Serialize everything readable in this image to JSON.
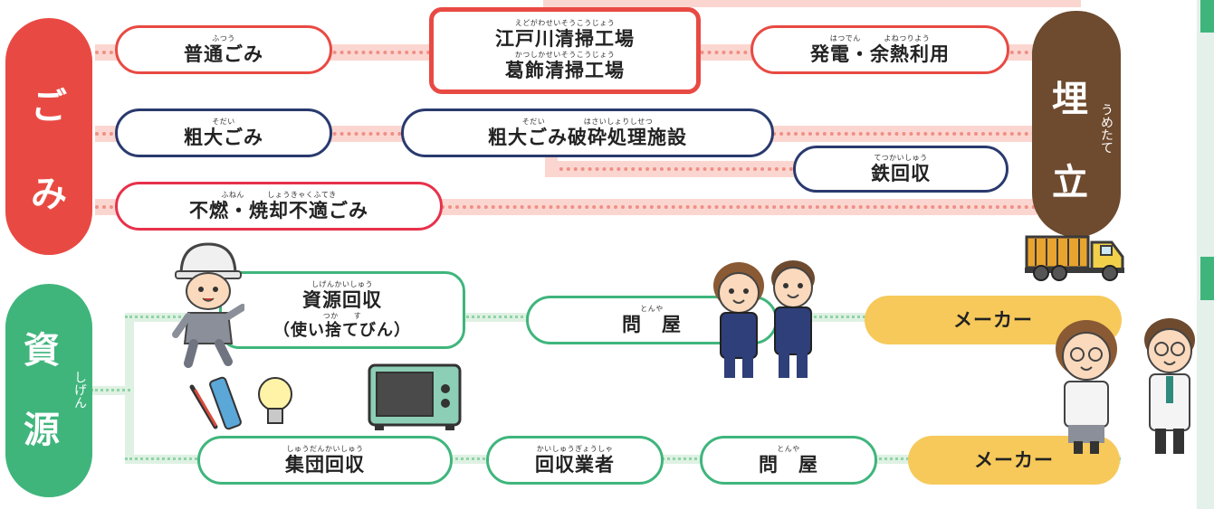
{
  "colors": {
    "gomi": "#e84a43",
    "shigen": "#3fb57c",
    "navy": "#2a3a6e",
    "umetate": "#6e4a2e",
    "maker": "#f6c95a"
  },
  "gomi_label": {
    "char1": "ご",
    "char2": "み"
  },
  "shigen_label": {
    "char1": "資",
    "char2": "源",
    "ruby": "しげん"
  },
  "umetate_label": {
    "char1": "埋",
    "char2": "立",
    "ruby": "うめたて"
  },
  "nodes": {
    "futsu": {
      "ruby": "ふつう",
      "text": "普通ごみ"
    },
    "sodai": {
      "ruby": "そだい",
      "text": "粗大ごみ"
    },
    "funen": {
      "ruby": "ふねん　　　しょうきゃくふてき",
      "text": "不燃・焼却不適ごみ"
    },
    "plant": {
      "ruby1": "えどがわせいそうこうじょう",
      "text1": "江戸川清掃工場",
      "ruby2": "かつしかせいそうこうじょう",
      "text2": "葛飾清掃工場"
    },
    "hatsuden": {
      "ruby": "はつでん　　　よねつりよう",
      "text": "発電・余熱利用"
    },
    "hasai": {
      "ruby": "そだい　　　　　はさいしょりしせつ",
      "text": "粗大ごみ破砕処理施設"
    },
    "tekkaishu": {
      "ruby": "てつかいしゅう",
      "text": "鉄回収"
    },
    "shigen_kaishu": {
      "ruby1": "しげんかいしゅう",
      "text1": "資源回収",
      "ruby2": "つか　　す",
      "text2": "（使い捨てびん）"
    },
    "tonya1": {
      "ruby": "とんや",
      "text": "問　屋"
    },
    "maker1": {
      "text": "メーカー"
    },
    "shudan": {
      "ruby": "しゅうだんかいしゅう",
      "text": "集団回収"
    },
    "gyosha": {
      "ruby": "かいしゅうぎょうしゃ",
      "text": "回収業者"
    },
    "tonya2": {
      "ruby": "とんや",
      "text": "問　屋"
    },
    "maker2": {
      "text": "メーカー"
    }
  }
}
